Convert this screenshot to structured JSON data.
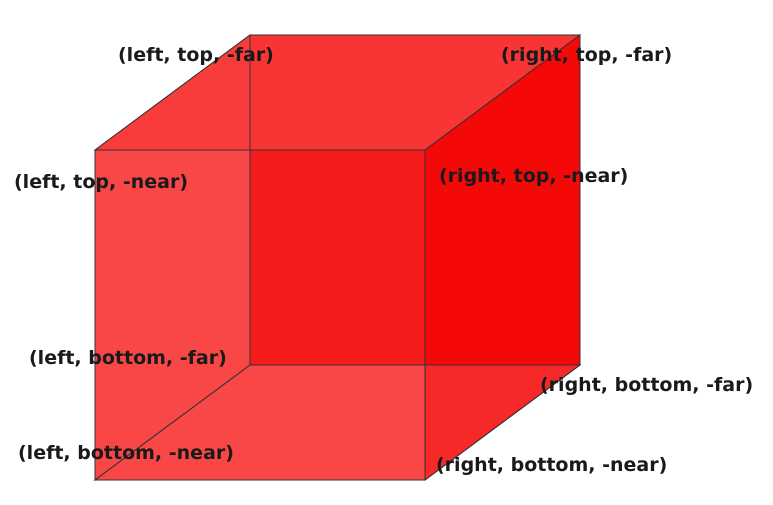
{
  "colors": {
    "back_face": "#f40808",
    "side_faces": "#f83a3a",
    "front_face": "#f83535",
    "edge": "#333333",
    "label": "#1a1a1a"
  },
  "vertices": {
    "left_top_far": "(left, top, -far)",
    "right_top_far": "(right, top, -far)",
    "left_top_near": "(left, top, -near)",
    "right_top_near": "(right, top, -near)",
    "left_bottom_far": "(left, bottom, -far)",
    "right_bottom_far": "(right, bottom, -far)",
    "left_bottom_near": "(left, bottom, -near)",
    "right_bottom_near": "(right, bottom, -near)"
  }
}
